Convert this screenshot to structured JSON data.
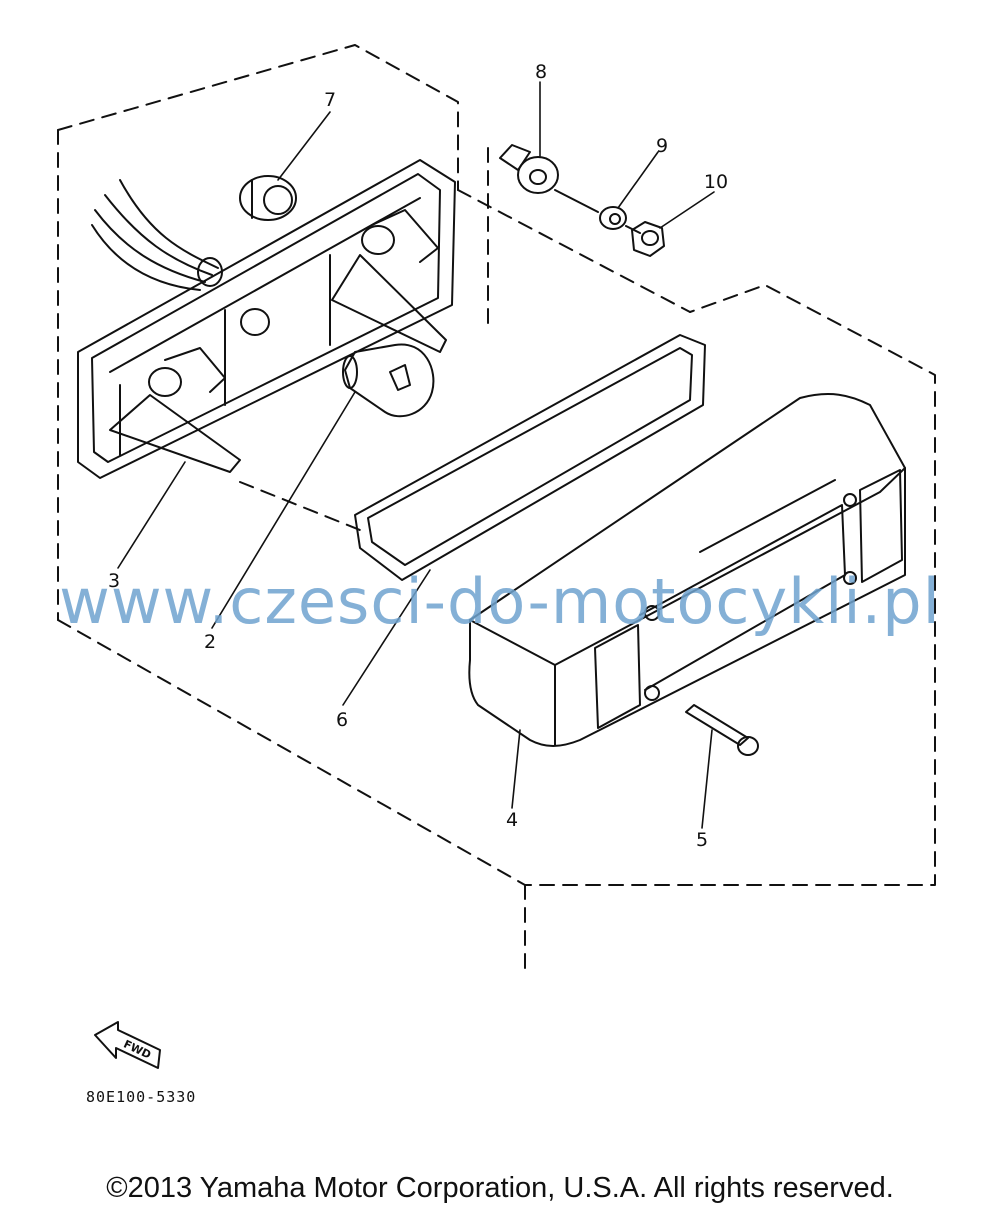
{
  "callouts": {
    "p1": "7",
    "p2": "8",
    "p3": "9",
    "p4": "10",
    "p5": "3",
    "p6": "2",
    "p7": "6",
    "p8": "4",
    "p9": "5"
  },
  "arrow_label": "FWD",
  "diagram_code": "80E100-5330",
  "watermark": "www.czesci-do-motocykli.pl",
  "copyright": "©2013 Yamaha Motor Corporation, U.S.A. All rights reserved."
}
